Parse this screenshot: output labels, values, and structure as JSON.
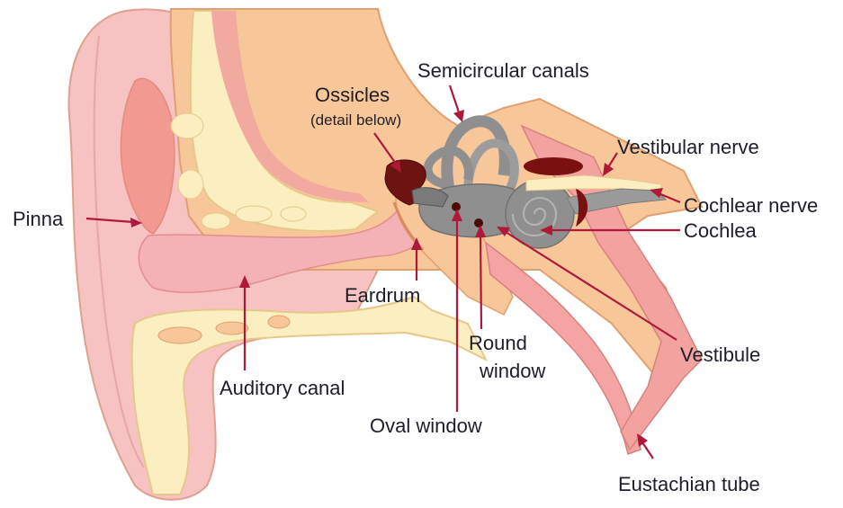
{
  "colors": {
    "outer_pink": "#f6c2c2",
    "skin_peach": "#f7c79a",
    "bone_cream": "#fbeec0",
    "canal_pink": "#f5b2b6",
    "inner_grey": "#8f8f8f",
    "dark_red": "#7a1010",
    "arrow": "#b0183a",
    "text": "#1e1e28"
  },
  "labels": {
    "pinna": "Pinna",
    "auditory_canal": "Auditory canal",
    "eardrum": "Eardrum",
    "ossicles": "Ossicles",
    "ossicles_note": "(detail below)",
    "semicircular_canals": "Semicircular canals",
    "vestibular_nerve": "Vestibular nerve",
    "cochlear_nerve": "Cochlear nerve",
    "cochlea": "Cochlea",
    "vestibule": "Vestibule",
    "round_window_1": "Round",
    "round_window_2": "window",
    "oval_window": "Oval window",
    "eustachian_tube": "Eustachian tube"
  }
}
